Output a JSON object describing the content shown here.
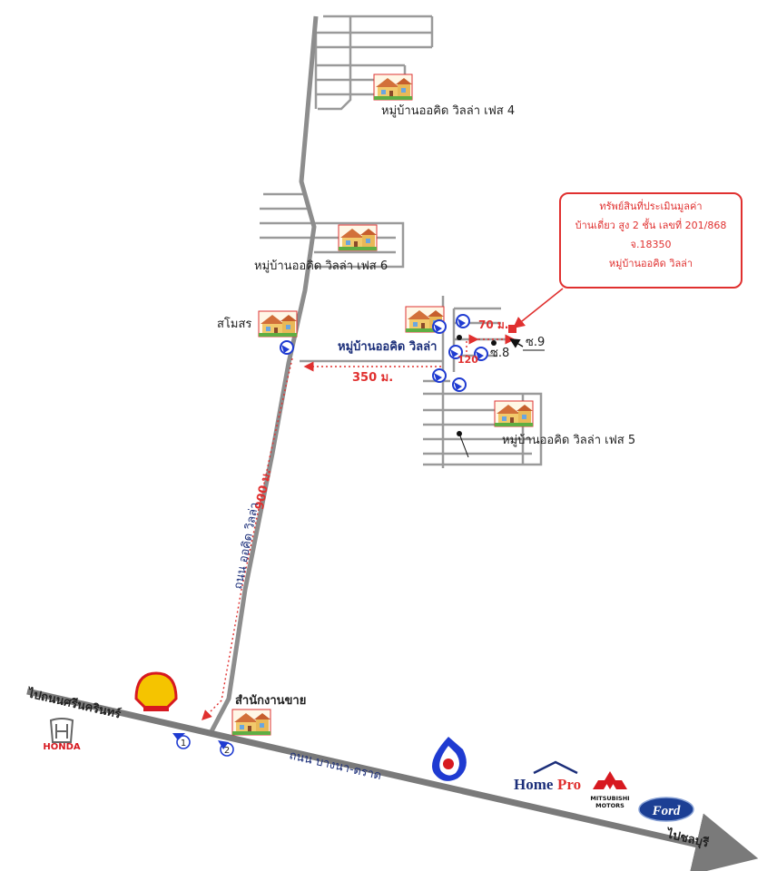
{
  "callout": {
    "line1": "ทรัพย์สินที่ประเมินมูลค่า",
    "line2": "บ้านเดี่ยว สูง 2 ชั้น เลขที่ 201/868",
    "line3": "จ.18350",
    "line4": "หมู่บ้านออคิด วิลล่า"
  },
  "places": {
    "phase4": "หมู่บ้านออคิด วิลล่า เฟส 4",
    "phase6": "หมู่บ้านออคิด วิลล่า เฟส 6",
    "phase5": "หมู่บ้านออคิด วิลล่า เฟส 5",
    "main_village": "หมู่บ้านออคิด วิลล่า",
    "clubhouse": "สโมสร",
    "sales_office": "สำนักงานขาย"
  },
  "sois": {
    "soi8": "ซ.8",
    "soi9": "ซ.9"
  },
  "distances": {
    "d70": "70 ม.",
    "d120": "120",
    "d350": "350 ม.",
    "d900": "900 ม."
  },
  "roads": {
    "orchid_villa_road": "ถนน ออคิด วิลล่า",
    "bangna_trad": "ถนน บางนา-ตราด",
    "to_srinakarin": "ไปถนนศรีนครินทร์",
    "to_chonburi": "ไปชลบุรี"
  },
  "markers": {
    "m1": "1",
    "m2": "2"
  },
  "brands": {
    "honda": "HONDA",
    "homepro_home": "Home",
    "homepro_pro": "Pro",
    "mitsubishi_1": "MITSUBISHI",
    "mitsubishi_2": "MOTORS",
    "ford": "Ford"
  },
  "colors": {
    "accent_red": "#e0302f",
    "road_gray": "#8d8d8d",
    "u_turn_blue": "#1f3bd1",
    "label_navy": "#1c2f7a"
  }
}
